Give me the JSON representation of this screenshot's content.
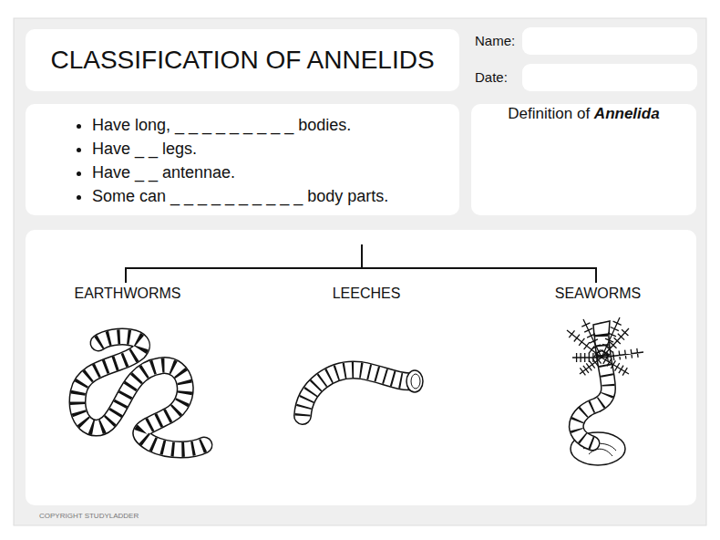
{
  "diagram": {
    "title": "CLASSIFICATION OF ANNELIDS",
    "nodes": [
      {
        "text": [
          "CLASSIFICATION OF ANNELIDS"
        ]
      },
      {
        "text": [
          "Name:"
        ]
      },
      {
        "text": [
          "Date:"
        ]
      },
      {
        "text": [
          "Have long, _ _ _ _ _ _ _ _ _ bodies.",
          "Have _ _ legs.",
          "Have _ _ antennae.",
          "Some can _ _ _ _ _ _ _ _ _ _ body parts."
        ]
      },
      {
        "text": [
          "Definition of",
          "Annelida"
        ]
      }
    ],
    "labels": [
      "EARTHWORMS",
      "LEECHES",
      "SEAWORMS",
      "COPYRIGHT STUDYLADDER"
    ]
  }
}
